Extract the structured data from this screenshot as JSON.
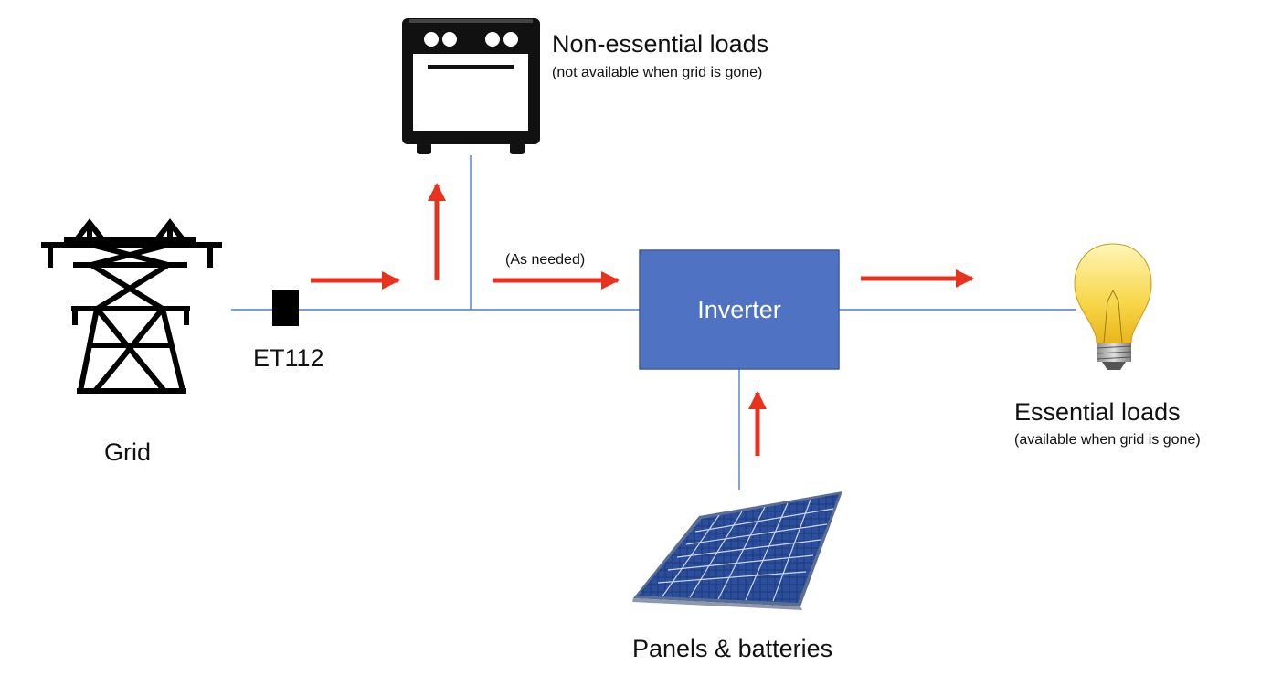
{
  "labels": {
    "grid": "Grid",
    "meter": "ET112",
    "non_essential_title": "Non-essential loads",
    "non_essential_subtitle": "(not available when grid is gone)",
    "as_needed": "(As needed)",
    "inverter": "Inverter",
    "essential_title": "Essential loads",
    "essential_subtitle": "(available when grid is gone)",
    "panels": "Panels & batteries"
  },
  "icons": {
    "grid": "transmission-tower-icon",
    "non_essential": "oven-icon",
    "essential": "light-bulb-icon",
    "source": "solar-panel-icon"
  },
  "colors": {
    "wire": "#4a7fcf",
    "flow_arrow": "#e8321e",
    "inverter_fill": "#4f72c2",
    "inverter_border": "#3c5c9e",
    "inverter_text": "#ffffff",
    "meter": "#000000"
  }
}
